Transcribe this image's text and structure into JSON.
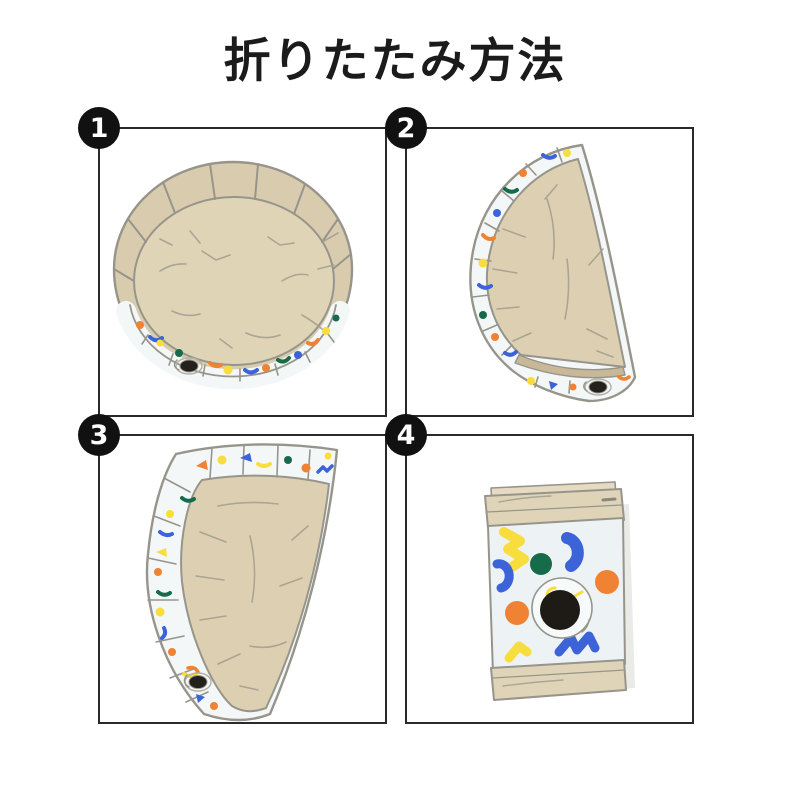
{
  "title": "折りたたみ方法",
  "steps": [
    {
      "number": "1",
      "illustration": "round-foldable-tub-open"
    },
    {
      "number": "2",
      "illustration": "tub-folded-in-half"
    },
    {
      "number": "3",
      "illustration": "tub-folded-in-quarters"
    },
    {
      "number": "4",
      "illustration": "tub-folded-flat-compact"
    }
  ],
  "palette": {
    "background": "#ffffff",
    "panel_border": "#2a2a2a",
    "step_badge_bg": "#111111",
    "step_badge_text": "#ffffff",
    "fabric_tan": "#ddd0b2",
    "fabric_tan_dark": "#c9b897",
    "band_white": "#f3f7f7",
    "outline_gray": "#97958b",
    "confetti_orange": "#ef8233",
    "confetti_blue": "#3c63d8",
    "confetti_green": "#176b4b",
    "confetti_yellow": "#f8dd3e",
    "valve_black": "#24211c"
  }
}
